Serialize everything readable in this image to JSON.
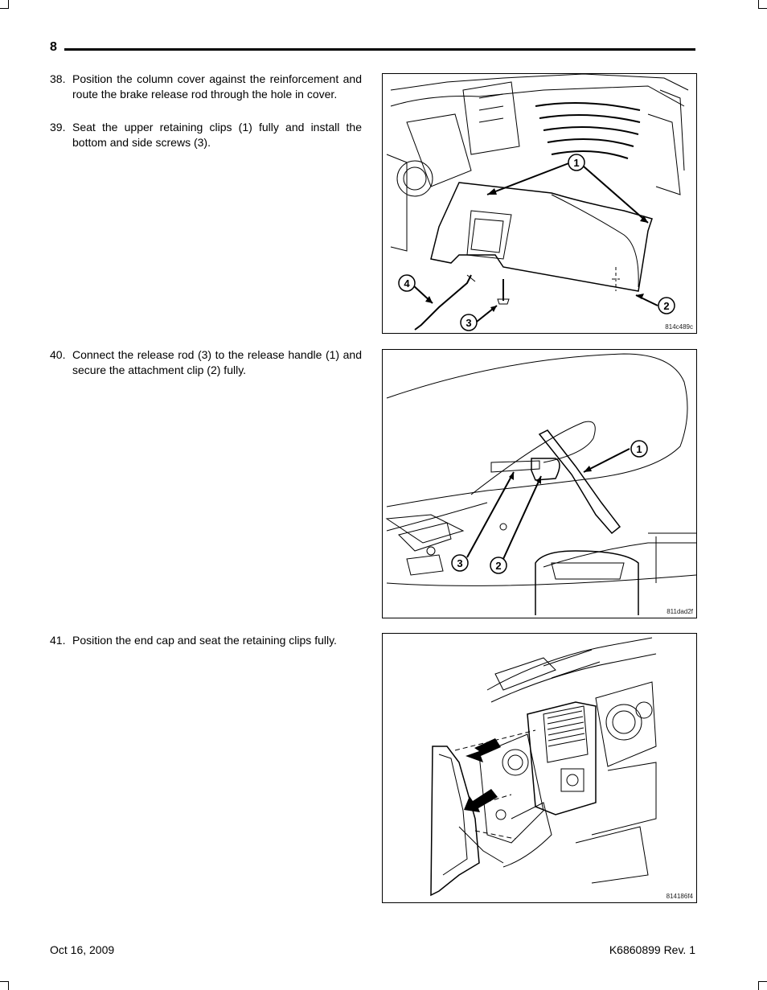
{
  "page": {
    "number": "8",
    "footer_date": "Oct 16, 2009",
    "footer_doc": "K6860899 Rev. 1"
  },
  "steps": [
    {
      "num": "38.",
      "text": "Position the column cover against the reinforcement and route the brake release rod through the hole in cover."
    },
    {
      "num": "39.",
      "text": "Seat the upper retaining clips (1) fully and install the bottom and side screws (3)."
    },
    {
      "num": "40.",
      "text": "Connect the release rod (3) to the release handle (1) and secure the attachment clip (2) fully."
    },
    {
      "num": "41.",
      "text": "Position the end cap and seat the retaining clips fully."
    }
  ],
  "figures": [
    {
      "id": "814c489c",
      "callouts": [
        "1",
        "2",
        "3",
        "4"
      ]
    },
    {
      "id": "811dad2f",
      "callouts": [
        "1",
        "2",
        "3"
      ]
    },
    {
      "id": "814186f4",
      "callouts": []
    }
  ]
}
